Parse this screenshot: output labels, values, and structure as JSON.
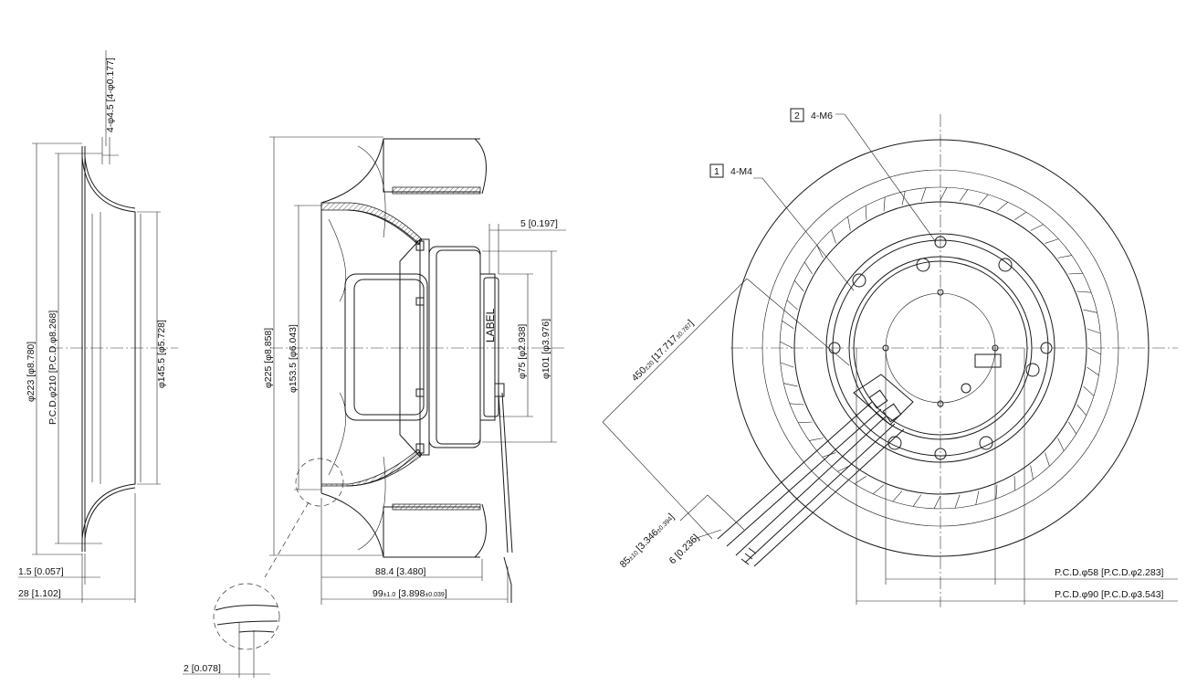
{
  "inlet_ring": {
    "hole": "4-φ4.5 [4-φ0.177]",
    "outer_diameter": "φ223 [φ8.780]",
    "pcd": "P.C.D.φ210 [P.C.D.φ8.268]",
    "inner_diameter": "φ145.5 [φ5.728]",
    "thickness": "1.5 [0.057]",
    "depth": "28 [1.102]"
  },
  "side_view": {
    "impeller_diameter": "φ225 [φ8.858]",
    "motor_diameter": "φ153.5 [φ6.043]",
    "hub_step": "5 [0.197]",
    "hub_diameter": "φ75 [φ2.938]",
    "flange_diameter": "φ101 [φ3.976]",
    "label_text": "LABEL",
    "body_length": "88.4 [3.480]",
    "overall_length": "99",
    "overall_length_tol": "±1.0",
    "overall_length_in": "[3.898",
    "overall_length_in_tol": "±0.039",
    "overall_length_close": "]",
    "detail_gap": "2 [0.078]"
  },
  "front_view": {
    "callout_1_num": "1",
    "callout_1": "4-M4",
    "callout_2_num": "2",
    "callout_2": "4-M6",
    "cable_length": "450",
    "cable_length_tol": "±20",
    "cable_length_in": "[17.717",
    "cable_length_in_tol": "±0.787",
    "cable_length_close": "]",
    "strip_length": "85",
    "strip_length_tol": "±10",
    "strip_length_in": "[3.346",
    "strip_length_in_tol": "±0.394",
    "strip_length_close": "]",
    "wire_strip": "6 [0.236]",
    "pcd_small": "P.C.D.φ58 [P.C.D.φ2.283]",
    "pcd_large": "P.C.D.φ90 [P.C.D.φ3.543]"
  }
}
